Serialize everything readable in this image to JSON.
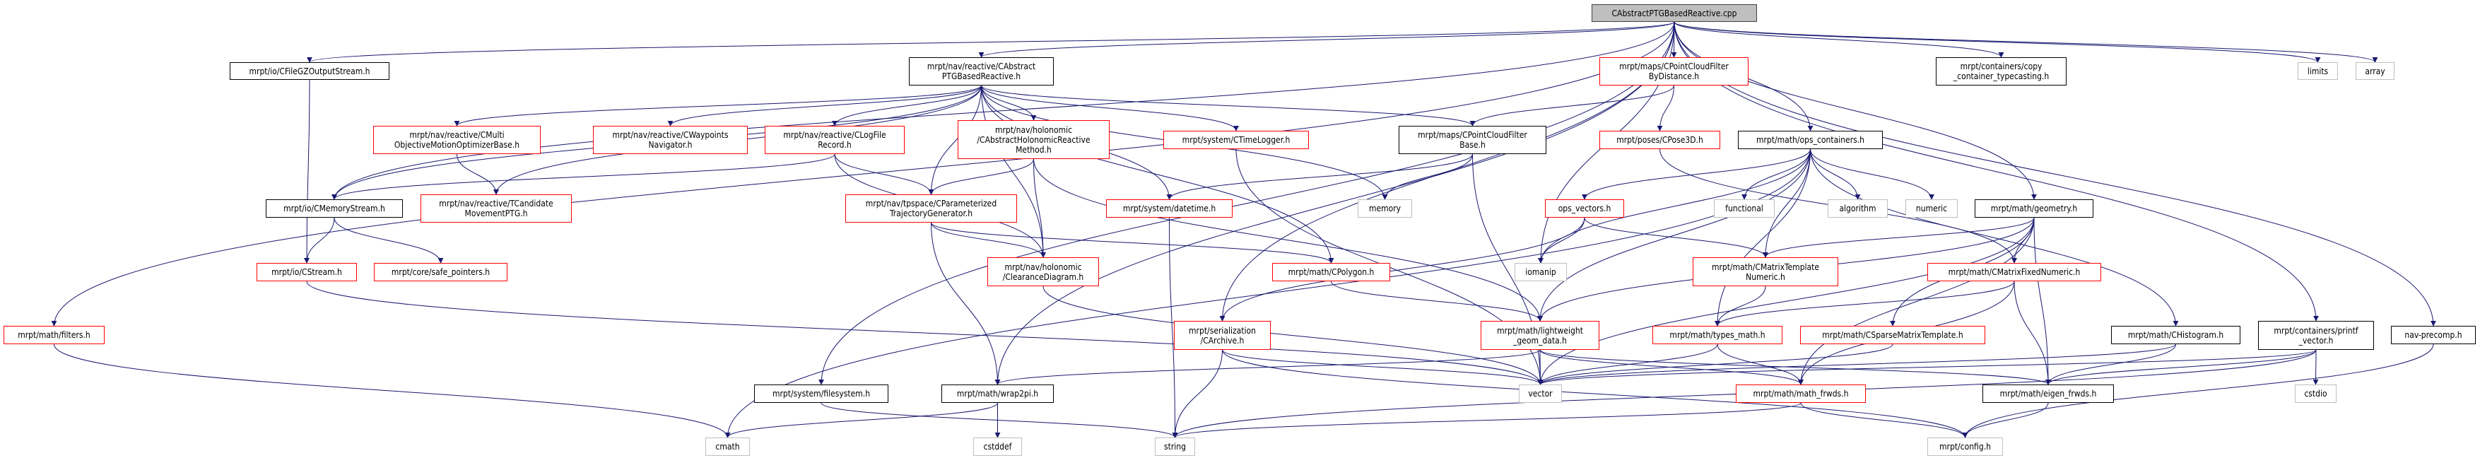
{
  "graph": {
    "title": "CAbstractPTGBasedReactive.cpp",
    "colors": {
      "edge": "#191970",
      "documented_border": "#000000",
      "truncated_border": "#ff0000",
      "system_border": "#bfbfbf",
      "root_fill": "#bfbfbf"
    },
    "nodes": [
      {
        "id": "root",
        "lines": [
          "CAbstractPTGBasedReactive.cpp"
        ],
        "kind": "root"
      },
      {
        "id": "gz",
        "lines": [
          "mrpt/io/CFileGZOutputStream.h"
        ],
        "kind": "documented"
      },
      {
        "id": "aptg",
        "lines": [
          "mrpt/nav/reactive/CAbstract",
          "PTGBasedReactive.h"
        ],
        "kind": "documented"
      },
      {
        "id": "pcfbd",
        "lines": [
          "mrpt/maps/CPointCloudFilter",
          "ByDistance.h"
        ],
        "kind": "truncated"
      },
      {
        "id": "copy",
        "lines": [
          "mrpt/containers/copy",
          "_container_typecasting.h"
        ],
        "kind": "documented"
      },
      {
        "id": "limits",
        "lines": [
          "limits"
        ],
        "kind": "system"
      },
      {
        "id": "array",
        "lines": [
          "array"
        ],
        "kind": "system"
      },
      {
        "id": "multi",
        "lines": [
          "mrpt/nav/reactive/CMulti",
          "ObjectiveMotionOptimizerBase.h"
        ],
        "kind": "truncated"
      },
      {
        "id": "waypoints",
        "lines": [
          "mrpt/nav/reactive/CWaypoints",
          "Navigator.h"
        ],
        "kind": "truncated"
      },
      {
        "id": "logfile",
        "lines": [
          "mrpt/nav/reactive/CLogFile",
          "Record.h"
        ],
        "kind": "truncated"
      },
      {
        "id": "holo",
        "lines": [
          "mrpt/nav/holonomic",
          "/CAbstractHolonomicReactive",
          "Method.h"
        ],
        "kind": "truncated"
      },
      {
        "id": "timelogger",
        "lines": [
          "mrpt/system/CTimeLogger.h"
        ],
        "kind": "truncated"
      },
      {
        "id": "pcfb",
        "lines": [
          "mrpt/maps/CPointCloudFilter",
          "Base.h"
        ],
        "kind": "documented"
      },
      {
        "id": "pose3d",
        "lines": [
          "mrpt/poses/CPose3D.h"
        ],
        "kind": "truncated"
      },
      {
        "id": "opsc",
        "lines": [
          "mrpt/math/ops_containers.h"
        ],
        "kind": "documented"
      },
      {
        "id": "memstream",
        "lines": [
          "mrpt/io/CMemoryStream.h"
        ],
        "kind": "documented"
      },
      {
        "id": "tcand",
        "lines": [
          "mrpt/nav/reactive/TCandidate",
          "MovementPTG.h"
        ],
        "kind": "truncated"
      },
      {
        "id": "ptg",
        "lines": [
          "mrpt/nav/tpspace/CParameterized",
          "TrajectoryGenerator.h"
        ],
        "kind": "truncated"
      },
      {
        "id": "datetime",
        "lines": [
          "mrpt/system/datetime.h"
        ],
        "kind": "truncated"
      },
      {
        "id": "memory",
        "lines": [
          "memory"
        ],
        "kind": "system"
      },
      {
        "id": "opsv",
        "lines": [
          "ops_vectors.h"
        ],
        "kind": "truncated"
      },
      {
        "id": "functional",
        "lines": [
          "functional"
        ],
        "kind": "system"
      },
      {
        "id": "algorithm",
        "lines": [
          "algorithm"
        ],
        "kind": "system"
      },
      {
        "id": "numeric",
        "lines": [
          "numeric"
        ],
        "kind": "system"
      },
      {
        "id": "geometry",
        "lines": [
          "mrpt/math/geometry.h"
        ],
        "kind": "documented"
      },
      {
        "id": "cstream",
        "lines": [
          "mrpt/io/CStream.h"
        ],
        "kind": "truncated"
      },
      {
        "id": "safeptr",
        "lines": [
          "mrpt/core/safe_pointers.h"
        ],
        "kind": "truncated"
      },
      {
        "id": "clearance",
        "lines": [
          "mrpt/nav/holonomic",
          "/ClearanceDiagram.h"
        ],
        "kind": "truncated"
      },
      {
        "id": "polygon",
        "lines": [
          "mrpt/math/CPolygon.h"
        ],
        "kind": "truncated"
      },
      {
        "id": "iomanip",
        "lines": [
          "iomanip"
        ],
        "kind": "system"
      },
      {
        "id": "mtn",
        "lines": [
          "mrpt/math/CMatrixTemplate",
          "Numeric.h"
        ],
        "kind": "truncated"
      },
      {
        "id": "mfn",
        "lines": [
          "mrpt/math/CMatrixFixedNumeric.h"
        ],
        "kind": "truncated"
      },
      {
        "id": "filters",
        "lines": [
          "mrpt/math/filters.h"
        ],
        "kind": "truncated"
      },
      {
        "id": "archive",
        "lines": [
          "mrpt/serialization",
          "/CArchive.h"
        ],
        "kind": "truncated"
      },
      {
        "id": "lwgd",
        "lines": [
          "mrpt/math/lightweight",
          "_geom_data.h"
        ],
        "kind": "truncated"
      },
      {
        "id": "typesmath",
        "lines": [
          "mrpt/math/types_math.h"
        ],
        "kind": "truncated"
      },
      {
        "id": "sparse",
        "lines": [
          "mrpt/math/CSparseMatrixTemplate.h"
        ],
        "kind": "truncated"
      },
      {
        "id": "histogram",
        "lines": [
          "mrpt/math/CHistogram.h"
        ],
        "kind": "documented"
      },
      {
        "id": "printfv",
        "lines": [
          "mrpt/containers/printf",
          "_vector.h"
        ],
        "kind": "documented"
      },
      {
        "id": "navprecomp",
        "lines": [
          "nav-precomp.h"
        ],
        "kind": "documented"
      },
      {
        "id": "filesystem",
        "lines": [
          "mrpt/system/filesystem.h"
        ],
        "kind": "documented"
      },
      {
        "id": "wrap2pi",
        "lines": [
          "mrpt/math/wrap2pi.h"
        ],
        "kind": "documented"
      },
      {
        "id": "vector",
        "lines": [
          "vector"
        ],
        "kind": "system"
      },
      {
        "id": "mathfrwds",
        "lines": [
          "mrpt/math/math_frwds.h"
        ],
        "kind": "truncated"
      },
      {
        "id": "eigenfrwds",
        "lines": [
          "mrpt/math/eigen_frwds.h"
        ],
        "kind": "documented"
      },
      {
        "id": "cstdio",
        "lines": [
          "cstdio"
        ],
        "kind": "system"
      },
      {
        "id": "cmath",
        "lines": [
          "cmath"
        ],
        "kind": "system"
      },
      {
        "id": "cstddef",
        "lines": [
          "cstddef"
        ],
        "kind": "system"
      },
      {
        "id": "string",
        "lines": [
          "string"
        ],
        "kind": "system"
      },
      {
        "id": "config",
        "lines": [
          "mrpt/config.h"
        ],
        "kind": "system"
      }
    ],
    "edges": [
      [
        "root",
        "gz"
      ],
      [
        "root",
        "aptg"
      ],
      [
        "root",
        "pcfbd"
      ],
      [
        "root",
        "copy"
      ],
      [
        "root",
        "limits"
      ],
      [
        "root",
        "array"
      ],
      [
        "root",
        "opsc"
      ],
      [
        "root",
        "geometry"
      ],
      [
        "root",
        "printfv"
      ],
      [
        "root",
        "navprecomp"
      ],
      [
        "root",
        "memstream"
      ],
      [
        "root",
        "filters"
      ],
      [
        "root",
        "filesystem"
      ],
      [
        "root",
        "wrap2pi"
      ],
      [
        "root",
        "archive"
      ],
      [
        "root",
        "iomanip"
      ],
      [
        "aptg",
        "multi"
      ],
      [
        "aptg",
        "waypoints"
      ],
      [
        "aptg",
        "logfile"
      ],
      [
        "aptg",
        "holo"
      ],
      [
        "aptg",
        "timelogger"
      ],
      [
        "aptg",
        "pcfb"
      ],
      [
        "aptg",
        "ptg"
      ],
      [
        "aptg",
        "clearance"
      ],
      [
        "aptg",
        "memory"
      ],
      [
        "aptg",
        "polygon"
      ],
      [
        "aptg",
        "datetime"
      ],
      [
        "aptg",
        "tcand"
      ],
      [
        "aptg",
        "memstream"
      ],
      [
        "multi",
        "tcand"
      ],
      [
        "logfile",
        "memstream"
      ],
      [
        "logfile",
        "ptg"
      ],
      [
        "logfile",
        "clearance"
      ],
      [
        "holo",
        "ptg"
      ],
      [
        "holo",
        "clearance"
      ],
      [
        "holo",
        "lwgd"
      ],
      [
        "timelogger",
        "vector"
      ],
      [
        "pcfb",
        "datetime"
      ],
      [
        "pcfb",
        "memory"
      ],
      [
        "pcfb",
        "vector"
      ],
      [
        "pcfbd",
        "pcfb"
      ],
      [
        "pcfbd",
        "pose3d"
      ],
      [
        "pose3d",
        "mfn"
      ],
      [
        "ptg",
        "clearance"
      ],
      [
        "ptg",
        "polygon"
      ],
      [
        "ptg",
        "wrap2pi"
      ],
      [
        "datetime",
        "string"
      ],
      [
        "clearance",
        "vector"
      ],
      [
        "polygon",
        "lwgd"
      ],
      [
        "gz",
        "cstream"
      ],
      [
        "memstream",
        "cstream"
      ],
      [
        "memstream",
        "safeptr"
      ],
      [
        "cstream",
        "vector"
      ],
      [
        "filters",
        "cmath"
      ],
      [
        "filesystem",
        "string"
      ],
      [
        "wrap2pi",
        "cmath"
      ],
      [
        "wrap2pi",
        "cstddef"
      ],
      [
        "archive",
        "string"
      ],
      [
        "archive",
        "vector"
      ],
      [
        "archive",
        "config"
      ],
      [
        "lwgd",
        "wrap2pi"
      ],
      [
        "lwgd",
        "vector"
      ],
      [
        "lwgd",
        "mathfrwds"
      ],
      [
        "lwgd",
        "eigenfrwds"
      ],
      [
        "opsc",
        "opsv"
      ],
      [
        "opsc",
        "functional"
      ],
      [
        "opsc",
        "algorithm"
      ],
      [
        "opsc",
        "numeric"
      ],
      [
        "opsc",
        "mtn"
      ],
      [
        "opsc",
        "histogram"
      ],
      [
        "opsc",
        "typesmath"
      ],
      [
        "opsc",
        "lwgd"
      ],
      [
        "opsc",
        "cmath"
      ],
      [
        "opsc",
        "iomanip"
      ],
      [
        "opsv",
        "iomanip"
      ],
      [
        "opsv",
        "mtn"
      ],
      [
        "opsv",
        "archive"
      ],
      [
        "geometry",
        "mtn"
      ],
      [
        "geometry",
        "mfn"
      ],
      [
        "geometry",
        "sparse"
      ],
      [
        "geometry",
        "lwgd"
      ],
      [
        "geometry",
        "mathfrwds"
      ],
      [
        "geometry",
        "eigenfrwds"
      ],
      [
        "geometry",
        "vector"
      ],
      [
        "mtn",
        "typesmath"
      ],
      [
        "mfn",
        "typesmath"
      ],
      [
        "mfn",
        "mathfrwds"
      ],
      [
        "mfn",
        "eigenfrwds"
      ],
      [
        "typesmath",
        "mathfrwds"
      ],
      [
        "typesmath",
        "vector"
      ],
      [
        "sparse",
        "vector"
      ],
      [
        "histogram",
        "vector"
      ],
      [
        "histogram",
        "eigenfrwds"
      ],
      [
        "printfv",
        "vector"
      ],
      [
        "printfv",
        "string"
      ],
      [
        "printfv",
        "cstdio"
      ],
      [
        "printfv",
        "eigenfrwds"
      ],
      [
        "navprecomp",
        "config"
      ],
      [
        "mathfrwds",
        "string"
      ],
      [
        "mathfrwds",
        "config"
      ],
      [
        "eigenfrwds",
        "config"
      ]
    ]
  }
}
